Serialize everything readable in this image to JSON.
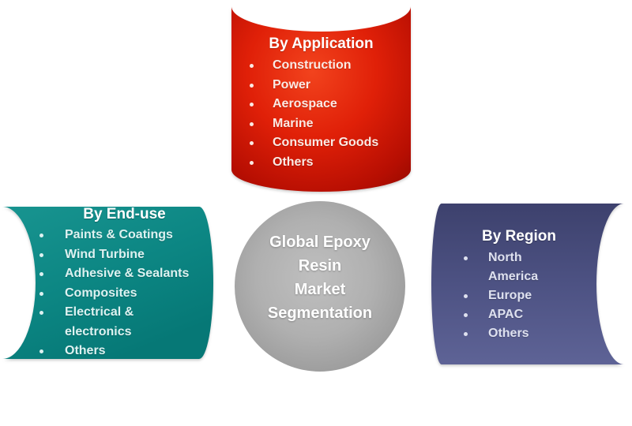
{
  "center": {
    "label": "Global Epoxy\nResin\nMarket\nSegmentation"
  },
  "application": {
    "title": "By Application",
    "items": [
      "Construction",
      "Power",
      "Aerospace",
      "Marine",
      "Consumer Goods",
      "Others"
    ]
  },
  "end_use": {
    "title": "By End-use",
    "items": [
      "Paints & Coatings",
      "Wind Turbine",
      "Adhesive & Sealants",
      "Composites",
      "Electrical &\nelectronics",
      "Others"
    ]
  },
  "region": {
    "title": "By Region",
    "items": [
      "North\nAmerica",
      "Europe",
      "APAC",
      "Others"
    ]
  },
  "colors": {
    "application_fill": "#dd1d07",
    "end_use_fill": "#0e8a87",
    "region_fill": "#4c5181",
    "center_fill": "#ababab",
    "text": "#ffffff",
    "background": "#ffffff"
  }
}
